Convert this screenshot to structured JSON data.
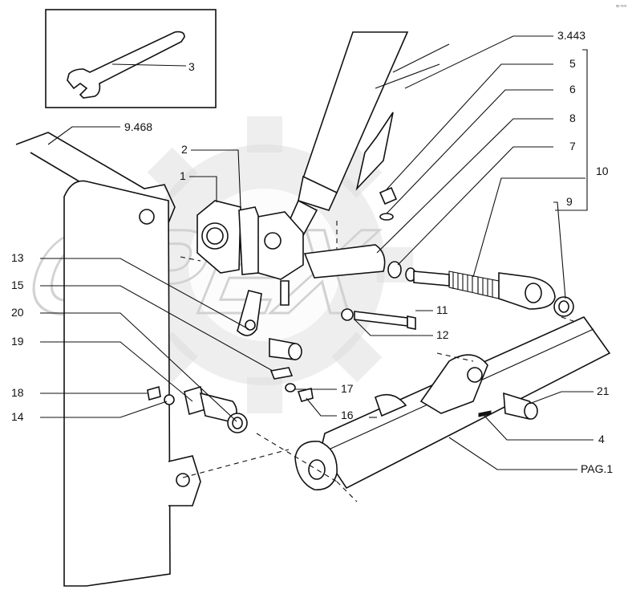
{
  "corner_mark": "ᵉᵖ ᵒᵒᵒ",
  "watermark": "OPEX",
  "labels": {
    "l1": "1",
    "l2": "2",
    "l3": "3",
    "l4": "4",
    "l5": "5",
    "l6": "6",
    "l7": "7",
    "l8": "8",
    "l9": "9",
    "l10": "10",
    "l11": "11",
    "l12": "12",
    "l13": "13",
    "l14": "14",
    "l15": "15",
    "l16": "16",
    "l17": "17",
    "l18": "18",
    "l19": "19",
    "l20": "20",
    "l21": "21",
    "ref_3443": "3.443",
    "ref_9468": "9.468",
    "ref_pag1": "PAG.1"
  }
}
